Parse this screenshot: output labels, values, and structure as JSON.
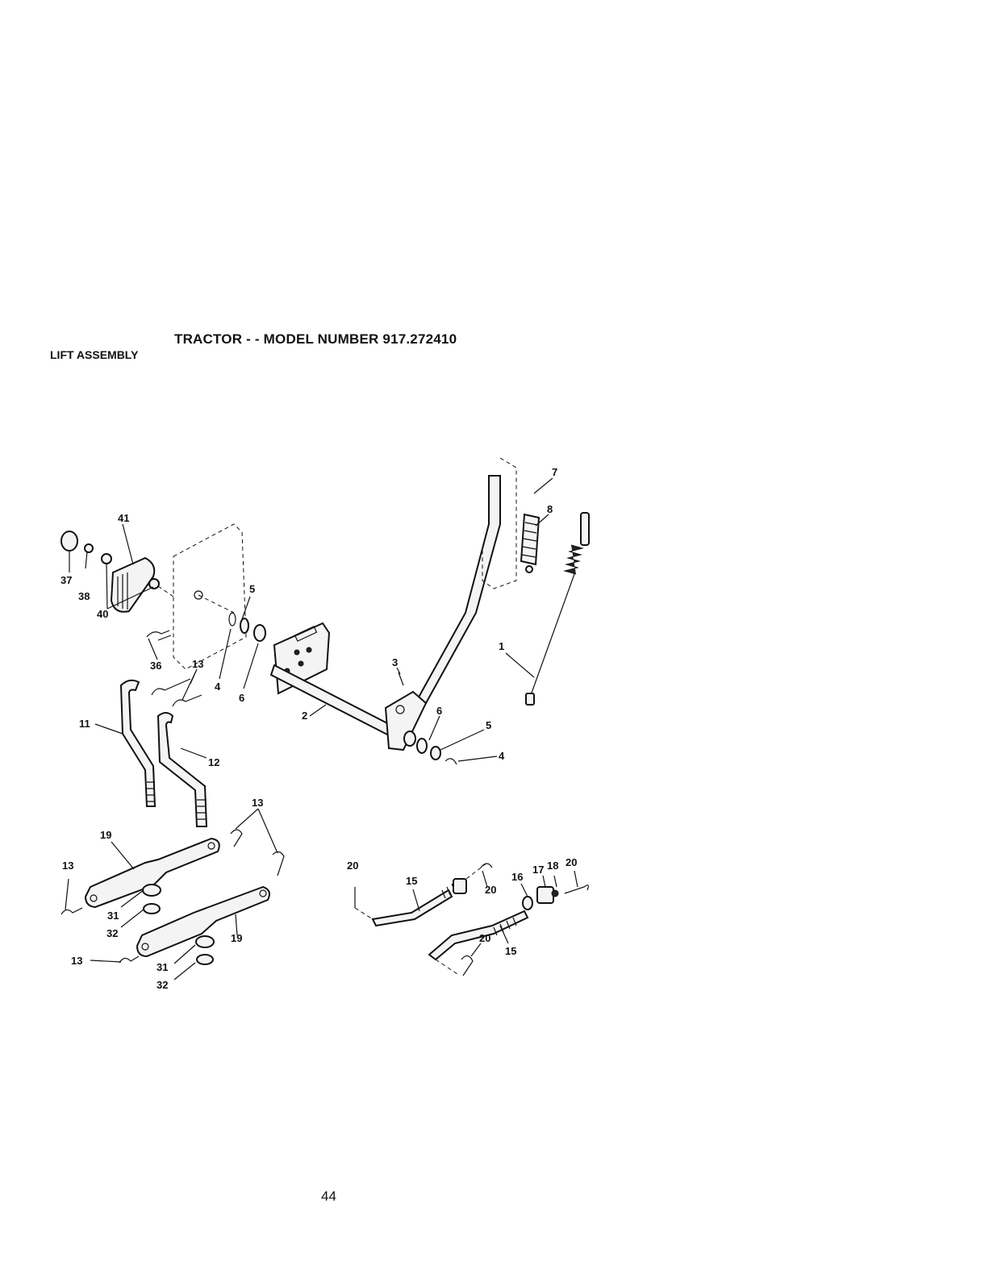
{
  "header": {
    "title": "TRACTOR - - MODEL NUMBER 917.272410",
    "section": "LIFT ASSEMBLY"
  },
  "footer": {
    "page_number": "44"
  },
  "callouts": [
    {
      "id": "c-41",
      "text": "41"
    },
    {
      "id": "c-37",
      "text": "37"
    },
    {
      "id": "c-38",
      "text": "38"
    },
    {
      "id": "c-40",
      "text": "40"
    },
    {
      "id": "c-36",
      "text": "36"
    },
    {
      "id": "c-13a",
      "text": "13"
    },
    {
      "id": "c-5a",
      "text": "5"
    },
    {
      "id": "c-4a",
      "text": "4"
    },
    {
      "id": "c-6a",
      "text": "6"
    },
    {
      "id": "c-7",
      "text": "7"
    },
    {
      "id": "c-8",
      "text": "8"
    },
    {
      "id": "c-1",
      "text": "1"
    },
    {
      "id": "c-3",
      "text": "3"
    },
    {
      "id": "c-2",
      "text": "2"
    },
    {
      "id": "c-6b",
      "text": "6"
    },
    {
      "id": "c-5b",
      "text": "5"
    },
    {
      "id": "c-4b",
      "text": "4"
    },
    {
      "id": "c-11",
      "text": "11"
    },
    {
      "id": "c-12",
      "text": "12"
    },
    {
      "id": "c-13b",
      "text": "13"
    },
    {
      "id": "c-19a",
      "text": "19"
    },
    {
      "id": "c-13c",
      "text": "13"
    },
    {
      "id": "c-31a",
      "text": "31"
    },
    {
      "id": "c-32a",
      "text": "32"
    },
    {
      "id": "c-19b",
      "text": "19"
    },
    {
      "id": "c-13d",
      "text": "13"
    },
    {
      "id": "c-31b",
      "text": "31"
    },
    {
      "id": "c-32b",
      "text": "32"
    },
    {
      "id": "c-20a",
      "text": "20"
    },
    {
      "id": "c-15a",
      "text": "15"
    },
    {
      "id": "c-20b",
      "text": "20"
    },
    {
      "id": "c-16",
      "text": "16"
    },
    {
      "id": "c-17",
      "text": "17"
    },
    {
      "id": "c-18",
      "text": "18"
    },
    {
      "id": "c-20c",
      "text": "20"
    },
    {
      "id": "c-20d",
      "text": "20"
    },
    {
      "id": "c-15b",
      "text": "15"
    }
  ]
}
